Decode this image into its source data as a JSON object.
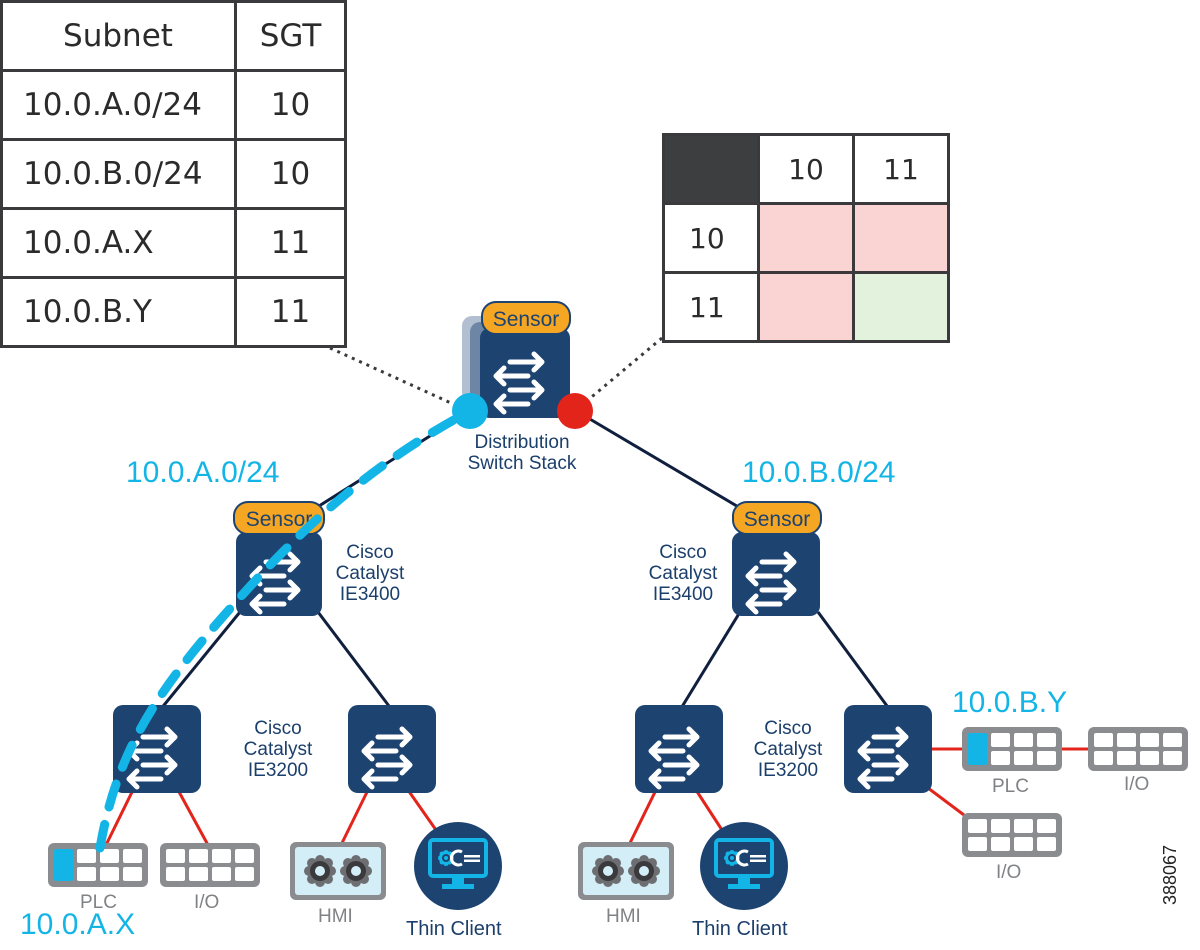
{
  "subnet_table": {
    "headers": [
      "Subnet",
      "SGT"
    ],
    "rows": [
      {
        "subnet": "10.0.A.0/24",
        "sgt": "10"
      },
      {
        "subnet": "10.0.B.0/24",
        "sgt": "10"
      },
      {
        "subnet": "10.0.A.X",
        "sgt": "11"
      },
      {
        "subnet": "10.0.B.Y",
        "sgt": "11"
      }
    ]
  },
  "policy_matrix": {
    "columns": [
      "10",
      "11"
    ],
    "rows": [
      {
        "label": "10",
        "cells": [
          "deny",
          "deny"
        ]
      },
      {
        "label": "11",
        "cells": [
          "deny",
          "permit"
        ]
      }
    ],
    "colors": {
      "deny": "#f9d4d3",
      "permit": "#e2f2dc",
      "corner": "#3d3e40"
    }
  },
  "distribution": {
    "sensor_label": "Sensor",
    "name_line1": "Distribution",
    "name_line2": "Switch Stack"
  },
  "left_access": {
    "subnet_label": "10.0.A.0/24",
    "sensor_label": "Sensor",
    "model": [
      "Cisco",
      "Catalyst",
      "IE3400"
    ]
  },
  "right_access": {
    "subnet_label": "10.0.B.0/24",
    "sensor_label": "Sensor",
    "model": [
      "Cisco",
      "Catalyst",
      "IE3400"
    ]
  },
  "left_edge": {
    "model": [
      "Cisco",
      "Catalyst",
      "IE3200"
    ],
    "plc_label": "PLC",
    "io_label": "I/O",
    "hmi_label": "HMI",
    "thin_client_label": "Thin Client",
    "plc_address": "10.0.A.X"
  },
  "right_edge": {
    "model": [
      "Cisco",
      "Catalyst",
      "IE3200"
    ],
    "plc_label": "PLC",
    "io_label_1": "I/O",
    "io_label_2": "I/O",
    "hmi_label": "HMI",
    "thin_client_label": "Thin Client",
    "plc_address": "10.0.B.Y"
  },
  "figure_id": "388067",
  "colors": {
    "switch": "#1d4370",
    "sensor": "#f5a623",
    "accent_blue": "#13b5e6",
    "enforce_red": "#e3241b",
    "link_navy": "#0f1f3d",
    "link_red": "#e3241b",
    "device_gray": "#8a8c8f"
  }
}
